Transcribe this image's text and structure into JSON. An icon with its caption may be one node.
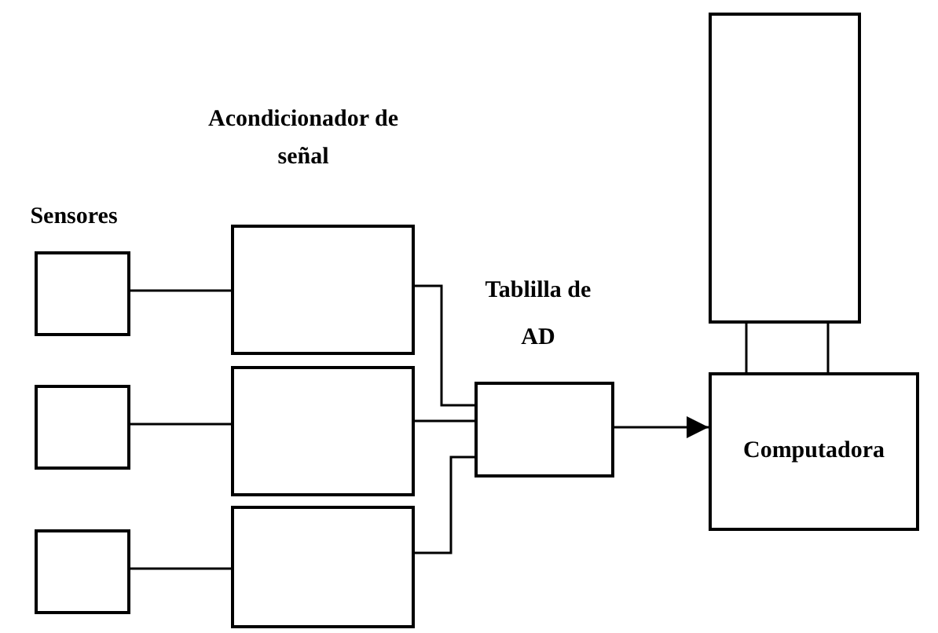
{
  "diagram": {
    "nodes": [
      {
        "text": [],
        "shape": "box"
      },
      {
        "text": [],
        "shape": "box"
      },
      {
        "text": [],
        "shape": "box"
      },
      {
        "text": [],
        "shape": "box"
      },
      {
        "text": [],
        "shape": "box"
      },
      {
        "text": [],
        "shape": "box"
      },
      {
        "text": [],
        "shape": "box",
        "beside": [
          "Tablilla de AD"
        ]
      },
      {
        "text": [],
        "shape": "box"
      },
      {
        "text": [
          "Computadora"
        ]
      }
    ],
    "edges": [
      {
        "from": 0,
        "to": 3,
        "arrow": "none"
      },
      {
        "from": 1,
        "to": 4,
        "arrow": "none"
      },
      {
        "from": 2,
        "to": 5,
        "arrow": "none"
      },
      {
        "from": 3,
        "to": 6,
        "arrow": "none"
      },
      {
        "from": 4,
        "to": 6,
        "arrow": "none"
      },
      {
        "from": 5,
        "to": 6,
        "arrow": "none"
      },
      {
        "from": 6,
        "to": 8,
        "arrow": "to"
      },
      {
        "from": 7,
        "to": 8,
        "arrow": "none"
      },
      {
        "from": 7,
        "to": 8,
        "arrow": "none"
      }
    ],
    "labels": [
      "Acondicionador de señal",
      "Sensores"
    ]
  }
}
